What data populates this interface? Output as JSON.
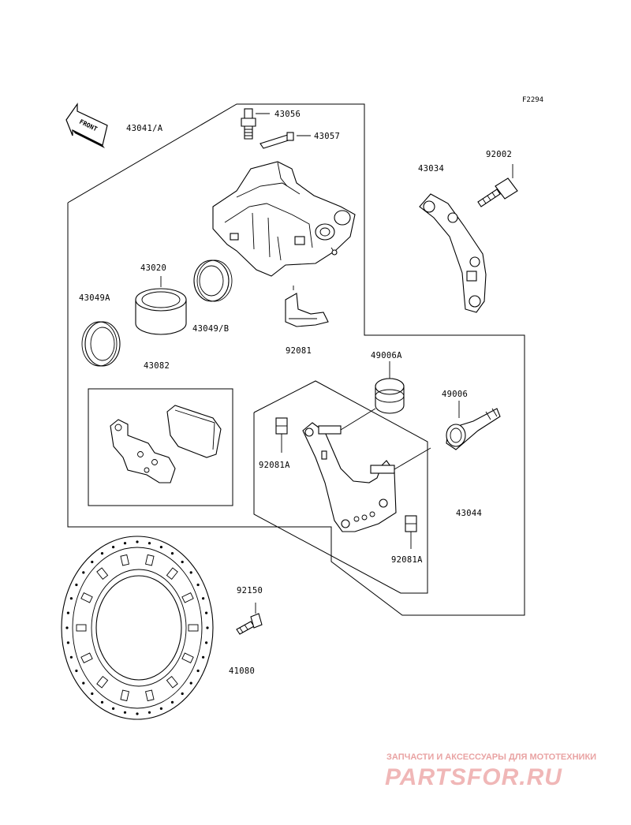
{
  "diagram": {
    "ref_code": "F2294",
    "front_label": "FRONT",
    "labels": {
      "l43041A": "43041/A",
      "l43056": "43056",
      "l43057": "43057",
      "l43020": "43020",
      "l43049A": "43049A",
      "l43049B": "43049/B",
      "l43082": "43082",
      "l92081": "92081",
      "l43034": "43034",
      "l92002": "92002",
      "l49006A": "49006A",
      "l49006": "49006",
      "l92081A_1": "92081A",
      "l92081A_2": "92081A",
      "l43044": "43044",
      "l92150": "92150",
      "l41080": "41080"
    }
  },
  "watermark": {
    "tagline": "ЗАПЧАСТИ И АКСЕССУАРЫ ДЛЯ МОТОТЕХНИКИ",
    "brand": "PARTSFOR.RU"
  }
}
